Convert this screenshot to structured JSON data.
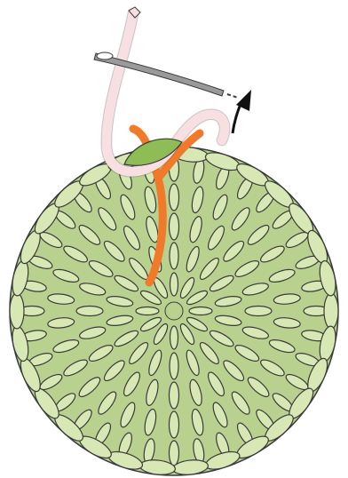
{
  "figure": {
    "colors": {
      "stitch_fill": "#d7e8b5",
      "stitch_stroke": "#3a3a3a",
      "stitch_shadow": "#b9d18e",
      "yarn_pink": "#f7dfe2",
      "yarn_orange": "#f07a2a",
      "needle": "#9a9a9a",
      "leaf": "#8ebd55",
      "arrow": "#111111",
      "background": "#ffffff"
    },
    "structure": {
      "rings": 5,
      "stitches_per_ring": [
        12,
        18,
        24,
        30,
        36
      ],
      "edge_chain_links": 30
    },
    "icons": [
      "crochet-circle-icon",
      "tapestry-needle-icon",
      "yarn-tail-icon",
      "stitch-marker-icon",
      "direction-arrow-icon"
    ]
  }
}
